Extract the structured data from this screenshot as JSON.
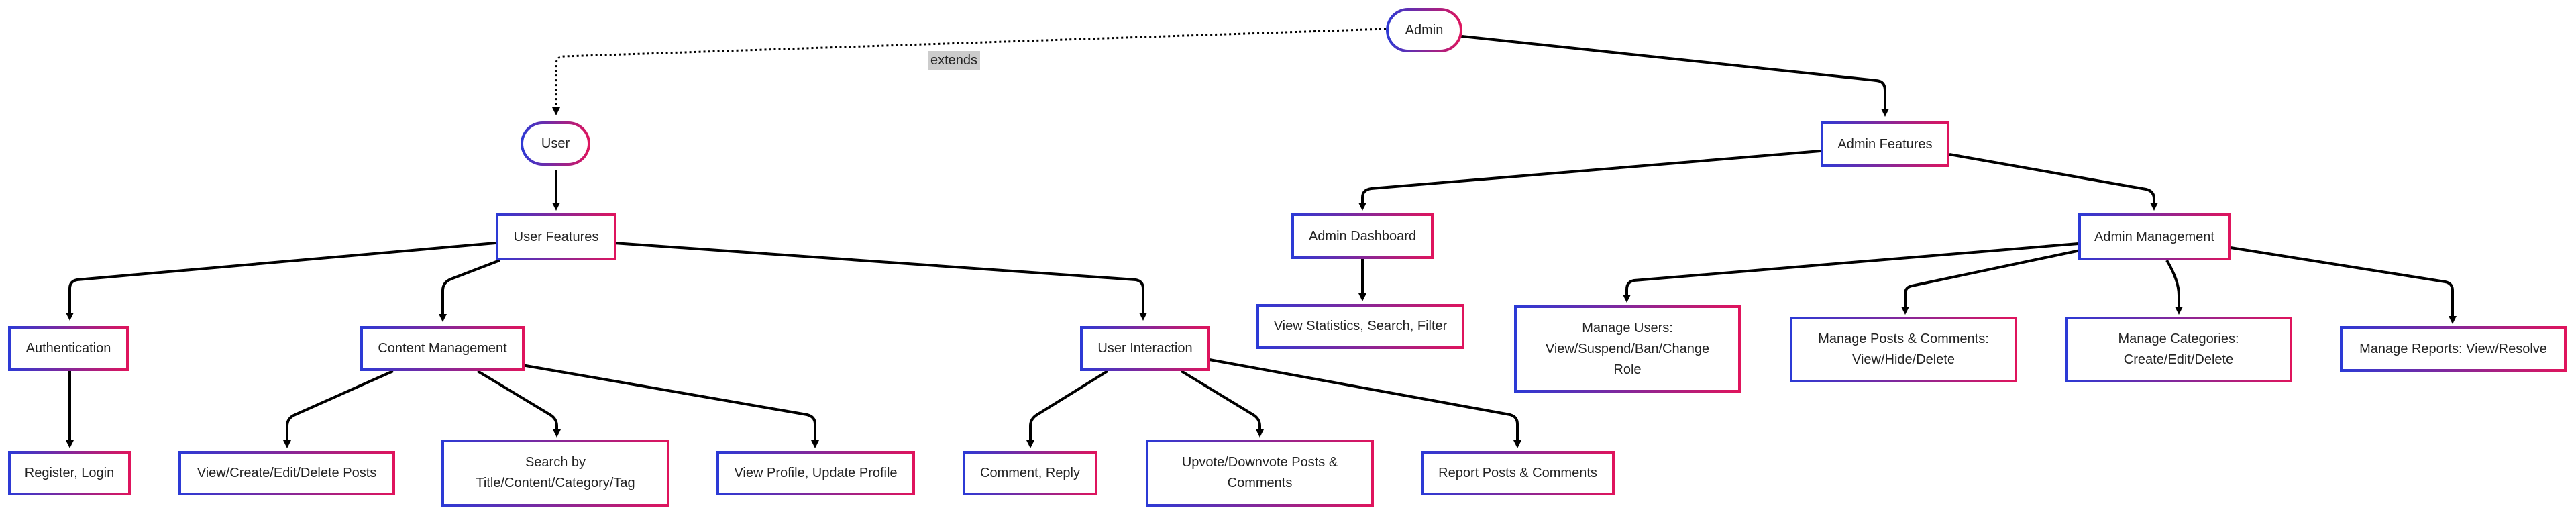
{
  "colors": {
    "border_start": "#2b3ad6",
    "border_end": "#e0145c",
    "edge": "#000000",
    "label_bg": "#cccccc"
  },
  "nodes": {
    "admin": "Admin",
    "user": "User",
    "user_features": "User Features",
    "admin_features": "Admin Features",
    "admin_dashboard": "Admin Dashboard",
    "admin_management": "Admin Management",
    "authentication": "Authentication",
    "content_management": "Content Management",
    "user_interaction": "User Interaction",
    "view_statistics": "View Statistics, Search, Filter",
    "manage_users": "Manage Users: View/Suspend/Ban/Change Role",
    "manage_posts_comments": "Manage Posts & Comments: View/Hide/Delete",
    "manage_categories": "Manage Categories: Create/Edit/Delete",
    "manage_reports": "Manage Reports: View/Resolve",
    "register_login": "Register, Login",
    "view_create_posts": "View/Create/Edit/Delete Posts",
    "search_by": "Search by Title/Content/Category/Tag",
    "view_profile": "View Profile, Update Profile",
    "comment_reply": "Comment, Reply",
    "upvote_downvote": "Upvote/Downvote Posts & Comments",
    "report_posts": "Report Posts & Comments"
  },
  "edge_labels": {
    "extends": "extends"
  }
}
